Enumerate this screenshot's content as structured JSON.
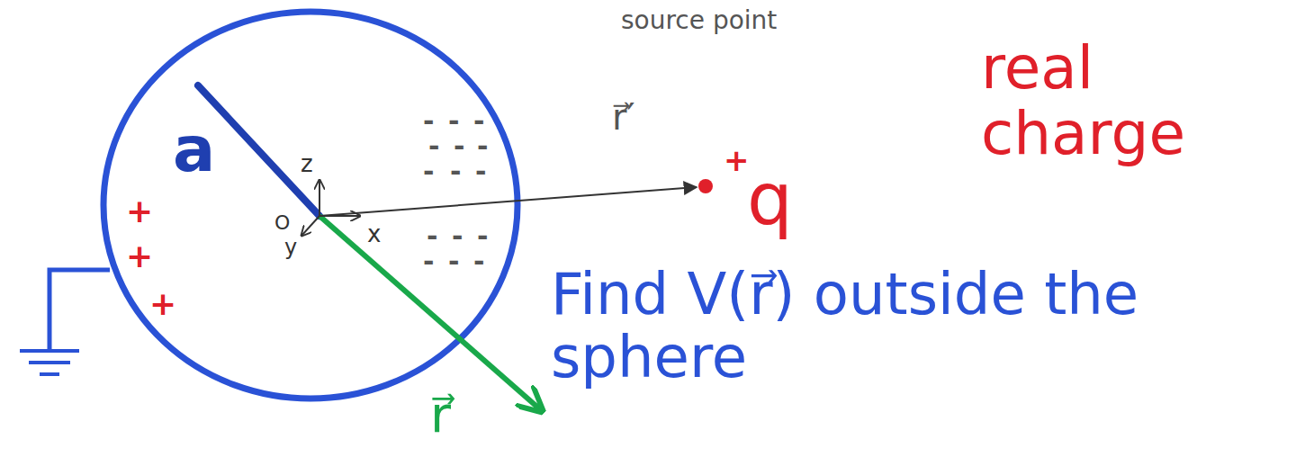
{
  "diagram": {
    "labels": [
      "source point",
      "r⃗′",
      "+",
      "q",
      "real charge",
      "a",
      "z",
      "x",
      "y",
      "O",
      "+",
      "+",
      "+",
      "-",
      "-",
      "-",
      "-",
      "-",
      "-",
      "-",
      "-",
      "-",
      "-",
      "-",
      "-",
      "-",
      "-",
      "-",
      "Find V(r⃗) outside the sphere",
      "r⃗"
    ]
  }
}
